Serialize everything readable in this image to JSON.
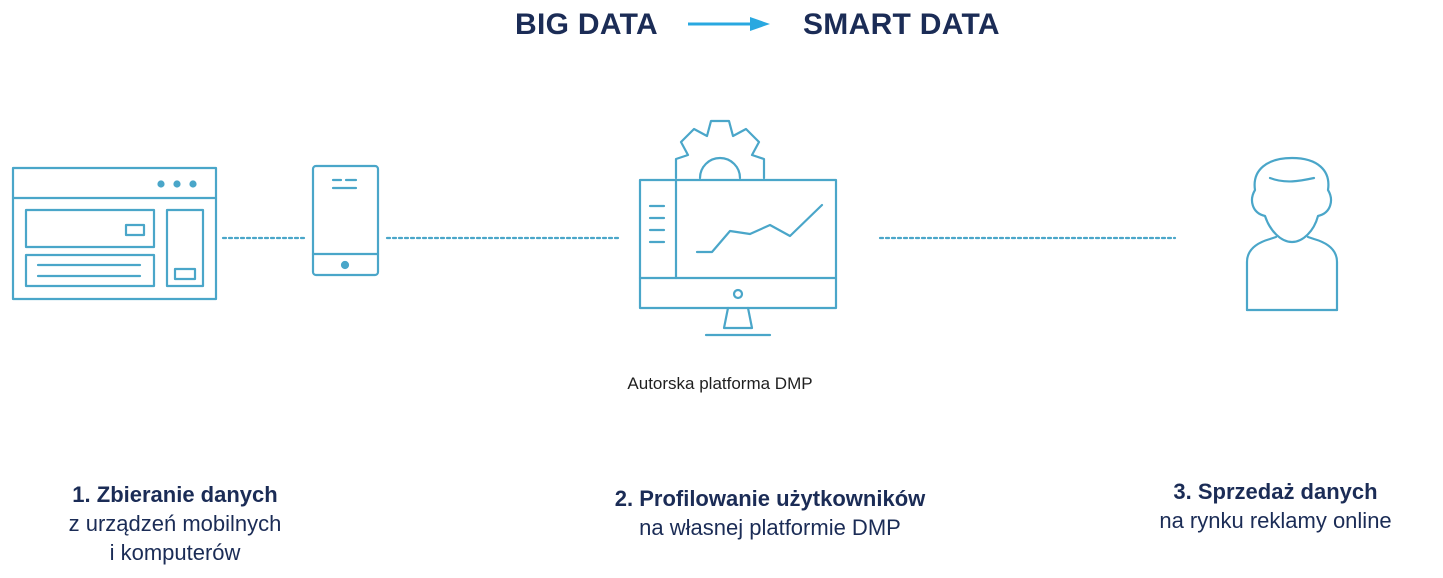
{
  "header": {
    "from_label": "BIG DATA",
    "to_label": "SMART DATA",
    "arrow_color": "#29a8e0"
  },
  "diagram": {
    "icon_color": "#4aa6c9",
    "connector_color": "#4aa6c9",
    "icons": [
      "browser-window-icon",
      "smartphone-icon",
      "dmp-monitor-gear-icon",
      "user-avatar-icon"
    ],
    "platform_caption": "Autorska platforma DMP"
  },
  "steps": [
    {
      "title": "1. Zbieranie danych",
      "desc": [
        "z urządzeń mobilnych",
        "i komputerów"
      ]
    },
    {
      "title": "2. Profilowanie użytkowników",
      "desc": [
        "na własnej platformie DMP"
      ]
    },
    {
      "title": "3. Sprzedaż danych",
      "desc": [
        "na rynku reklamy online"
      ]
    }
  ]
}
